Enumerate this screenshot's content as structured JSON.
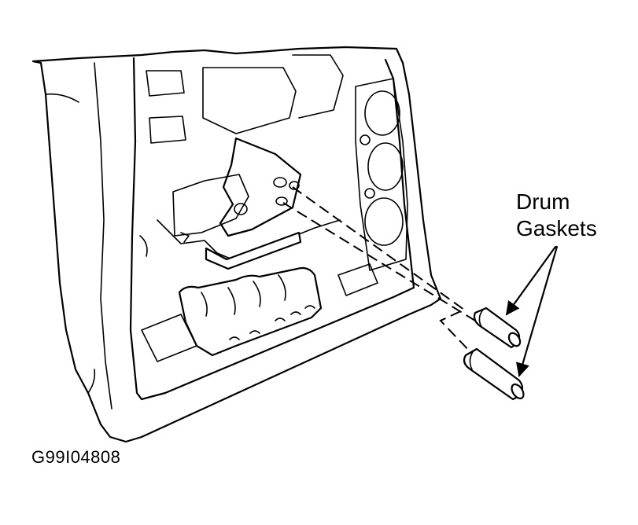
{
  "labels": {
    "callout_line1": "Drum",
    "callout_line2": "Gaskets",
    "figure_id": "G99I04808"
  },
  "colors": {
    "ink": "#000000",
    "background": "#ffffff"
  }
}
